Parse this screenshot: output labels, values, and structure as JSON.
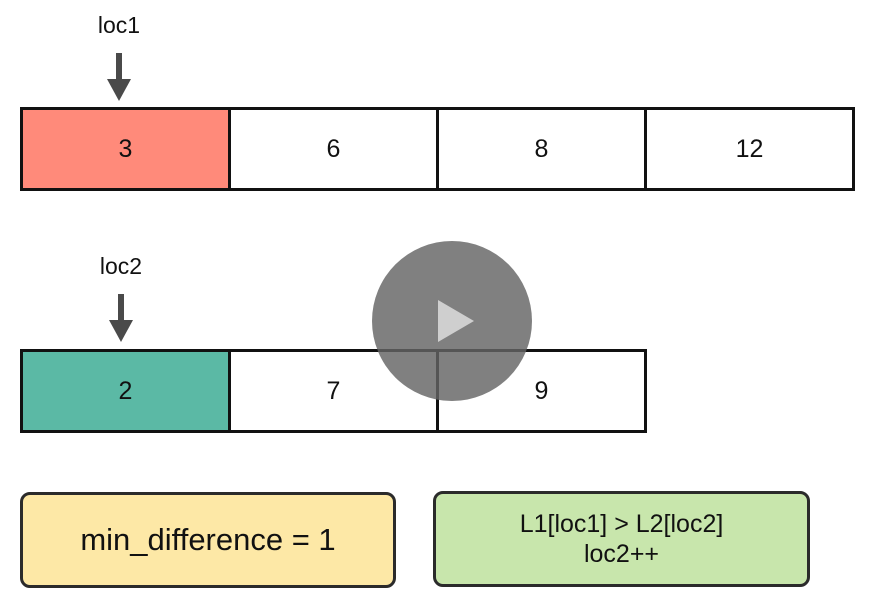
{
  "pointers": {
    "loc1": "loc1",
    "loc2": "loc2"
  },
  "list1": {
    "cells": [
      "3",
      "6",
      "8",
      "12"
    ],
    "highlight_index": 0,
    "highlight_color": "#ff8a7a"
  },
  "list2": {
    "cells": [
      "2",
      "7",
      "9"
    ],
    "highlight_index": 0,
    "highlight_color": "#5bb9a5"
  },
  "status": {
    "min_difference_text": "min_difference = 1",
    "min_box_color": "#fde8a6"
  },
  "rule": {
    "line1": "L1[loc1] > L2[loc2]",
    "line2": "loc2++",
    "box_color": "#c8e6ac"
  },
  "video": {
    "play_icon": "play-icon"
  }
}
